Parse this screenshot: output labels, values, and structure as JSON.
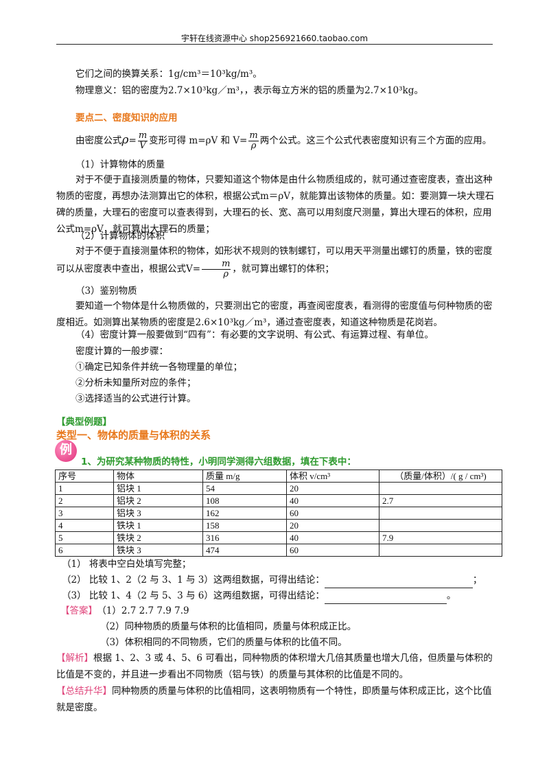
{
  "header": {
    "text": "宇轩在线资源中心   shop256921660.taobao.com"
  },
  "intro": {
    "line1": "它们之间的换算关系：1g/cm³＝10³kg/m³。",
    "line2": "物理意义：铝的密度为2.7×10³kg／m³，，表示每立方米的铝的质量为2.7×10³kg。"
  },
  "section2": {
    "title": "要点二、密度知识的应用",
    "formula_prefix": "由密度公式",
    "rho": "ρ",
    "eq": "=",
    "frac_m": "m",
    "frac_V": "V",
    "formula_mid": "变形可得 m=ρV 和 V=",
    "formula_suffix": "两个公式。这三个公式代表密度知识有三个方面的应用。"
  },
  "app1": {
    "heading": "（1）计算物体的质量",
    "body": "对于不便于直接测质量的物体，只要知道这个物体是由什么物质组成的，就可通过查密度表，查出这种物质的密度，再想办法测算出它的体积，根据公式m＝ρV，就能算出该物体的质量。如：要测算一块大理石碑的质量，大理石的密度可以查表得到，大理石的长、宽、高可以用刻度尺测量，算出大理石的体积，应用公式m=ρV，就可算出大理石的质量；"
  },
  "app2": {
    "heading": "（2）计算物体的体积",
    "body": "对于不便于直接测量体积的物体，如形状不规则的铁制螺钉，可以用天平测量出螺钉的质量，铁的密度可以从密度表中查出，根据公式V=",
    "body_suffix": "，就可算出螺钉的体积；"
  },
  "app3": {
    "heading": "（3）鉴别物质",
    "body": "要知道一个物体是什么物质做的，只要测出它的密度，再查阅密度表，看测得的密度值与何种物质的密度相近。如测算出某物质的密度是2.6×10³kg／m³，通过查密度表，知道这种物质是花岗岩。"
  },
  "app4": {
    "text": "（4）密度计算一般要做到“四有”：有必要的文字说明、有公式、有运算过程、有单位。"
  },
  "steps": {
    "title": "密度计算的一般步骤：",
    "items": [
      "①确定已知条件并统一各物理量的单位；",
      "②分析未知量所对应的条件；",
      "③选择适当的公式进行计算。"
    ]
  },
  "examples": {
    "title": "【典型例题】",
    "type1": "类型一、物体的质量与体积的关系",
    "badge": "例",
    "q1": "1、为研究某种物质的特性，小明同学测得六组数据，填在下表中："
  },
  "table": {
    "headers": [
      "序号",
      "物体",
      "质量 m/g",
      "体积 v/cm³",
      "（质量/体积）/( g / cm³)"
    ],
    "rows": [
      [
        "1",
        "铝块 1",
        "54",
        "20",
        ""
      ],
      [
        "2",
        "铝块 2",
        "108",
        "40",
        "2.7"
      ],
      [
        "3",
        "铝块 3",
        "162",
        "60",
        ""
      ],
      [
        "4",
        "铁块 1",
        "158",
        "20",
        ""
      ],
      [
        "5",
        "铁块 2",
        "316",
        "40",
        "7.9"
      ],
      [
        "6",
        "铁块 3",
        "474",
        "60",
        ""
      ]
    ]
  },
  "questions": {
    "q1": "（1）   将表中空白处填写完整；",
    "q2": "（2）   比较 1、2（2 与 3、1 与 3）这两组数据，可得出结论：",
    "q2_end": "；",
    "q3": "（3）   比较 1、4（2 与 5、3 与 6）这两组数据，可得出结论：",
    "q3_end": "。"
  },
  "answer": {
    "label": "【答案】",
    "a1": "（1）2.7    2.7    7.9    7.9",
    "a2": "（2）同种物质的质量与体积的比值相同，质量与体积成正比。",
    "a3": "（3）体积相同的不同物质，它们的质量与体积的比值不同。"
  },
  "analysis": {
    "label": "【解析】",
    "text": "根据 1、2、3 或 4、5、6 可看出，同种物质的体积增大几倍其质量也增大几倍，但质量与体积的比值是不变的，并且进一步看出不同物质（铝与铁）的质量与其体积的比值是不同的。"
  },
  "summary": {
    "label": "【总结升华】",
    "text": "同种物质的质量与体积的比值相同，这表明物质有一个特性，即质量与体积成正比，这个比值就是密度。"
  }
}
